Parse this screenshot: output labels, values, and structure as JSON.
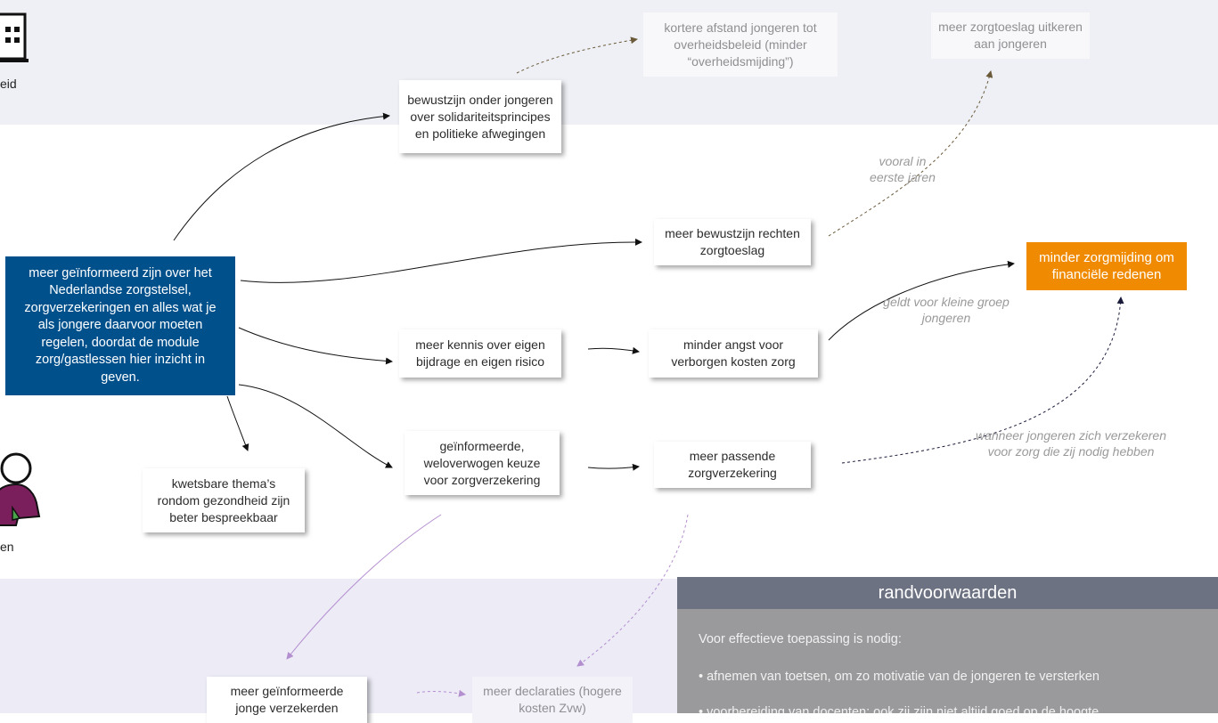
{
  "boxes": {
    "kortere_afstand": "kortere afstand jongeren tot overheidsbeleid (minder “overheidsmijding”)",
    "meer_zorgtoeslag": "meer zorgtoeslag uitkeren aan jongeren",
    "bewustzijn": "bewustzijn onder jongeren over solidariteitsprincipes en politieke afwegingen",
    "rechten_zorgtoeslag": "meer bewustzijn rechten zorgtoeslag",
    "geinformeerd_center": "meer geïnformeerd zijn over het Nederlandse zorgstelsel, zorgverzekeringen en alles wat je als jongere daarvoor moeten regelen, doordat de module zorg/gastlessen hier inzicht in geven.",
    "minder_zorgmijding": "minder zorgmijding om financiële redenen",
    "kennis_eigen_bijdrage": "meer kennis over eigen bijdrage en eigen risico",
    "minder_angst": "minder angst voor verborgen kosten zorg",
    "keuze_zorgverzekering": "geïnformeerde, weloverwogen keuze voor zorgverzekering",
    "passende_zorgverzekering": "meer passende zorgverzekering",
    "kwetsbare_themas": "kwetsbare thema’s rondom gezondheid zijn beter bespreekbaar",
    "jonge_verzekerden": "meer geïnformeerde jonge verzekerden",
    "meer_declaraties": "meer declaraties (hogere kosten Zvw)"
  },
  "notes": {
    "vooral": "vooral in eerste jaren",
    "geldt_voor": "geldt voor kleine groep jongeren",
    "wanneer": "wanneer jongeren zich verzekeren voor zorg die zij nodig hebben"
  },
  "actors": {
    "top_partial": "eid",
    "bottom_partial": "en"
  },
  "randvoorwaarden": {
    "title": "randvoorwaarden",
    "intro": "Voor effectieve toepassing is nodig:",
    "items": [
      "• afnemen van toetsen, om zo motivatie van de jongeren te versterken",
      "• voorbereiding van docenten: ook zij zijn niet altijd goed op de hoogte"
    ]
  },
  "colors": {
    "blue": "#00508c",
    "orange": "#f08a00",
    "purple_arrow": "#b48fd0",
    "brown_arrow": "#6b5a3a",
    "header_grey": "#6d7283"
  }
}
